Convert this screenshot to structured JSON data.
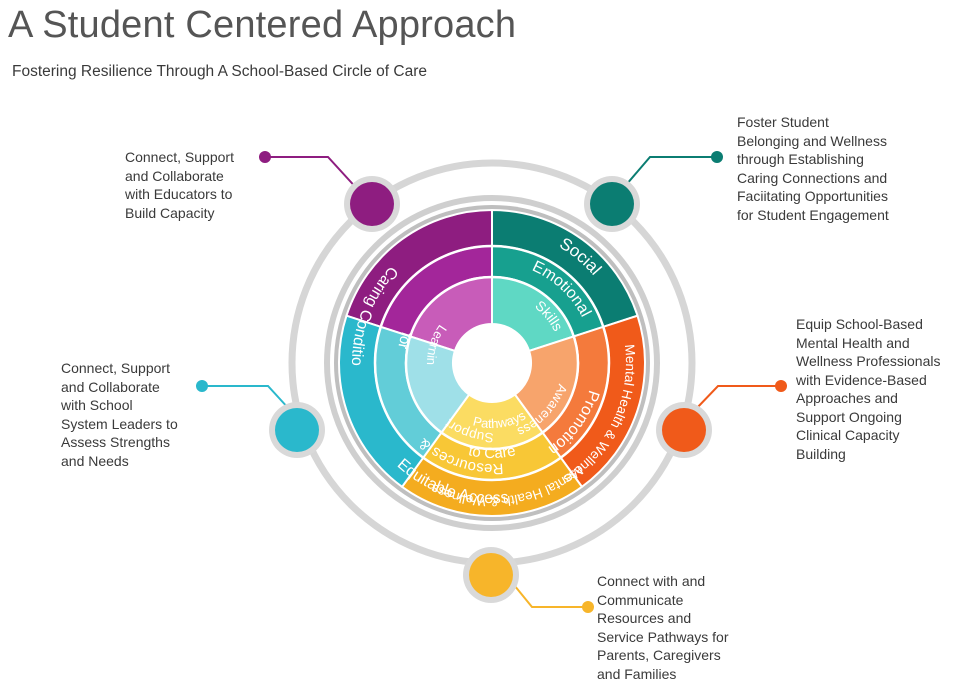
{
  "title": "A Student Centered Approach",
  "subtitle": "Fostering Resilience Through A School-Based Circle of Care",
  "colors": {
    "purple": "#8e1d80",
    "teal": "#0b7d72",
    "orange": "#f05a1a",
    "yellow": "#f7b52a",
    "cyan": "#2ab8cc",
    "ring_gray": "#d6d6d6",
    "title_gray": "#555555"
  },
  "callouts": {
    "educators": "Connect, Support\nand Collaborate\nwith Educators to\nBuild Capacity",
    "leaders": "Connect, Support\nand Collaborate\nwith School\nSystem Leaders to\nAssess Strengths\nand Needs",
    "belonging": "Foster Student\nBelonging and Wellness\nthrough Establishing\nCaring Connections and\nFaciitating Opportunities\nfor Student Engagement",
    "professionals": "Equip School-Based\nMental Health and\nWellness Professionals\nwith Evidence-Based\nApproaches and\nSupport Ongoing\nClinical Capacity\nBuilding",
    "families": "Connect with and\nCommunicate\nResources and\nService Pathways for\nParents, Caregivers\nand Families"
  },
  "rings": {
    "outer": {
      "social": "Social",
      "mental_health_wellness": "Mental Health & Wellness",
      "mental_health_wellness_right": "Mental Health & Wellness",
      "equitable_access": "Equitable Access",
      "caring_conditions": "Caring Conditions"
    },
    "middle": {
      "emotional": "Emotional",
      "promotion": "Promotion",
      "resources": "Resources &",
      "to_care": "to Care",
      "for": "for"
    },
    "inner": {
      "skills": "Skills",
      "awareness": "Awareness",
      "support": "Support",
      "pathways": "Pathways",
      "learning": "Learning"
    }
  }
}
